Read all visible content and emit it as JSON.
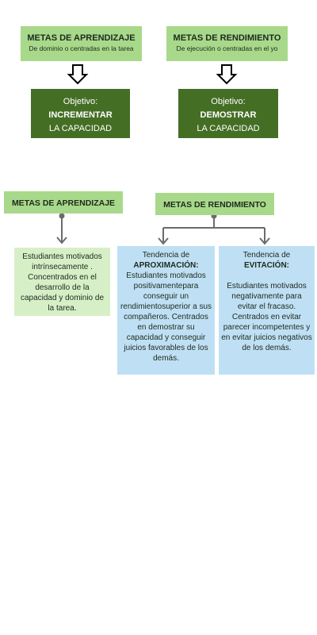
{
  "top": {
    "left": {
      "title": "METAS DE APRENDIZAJE",
      "subtitle": "De dominio o centradas en la tarea",
      "objective": {
        "label": "Objetivo:",
        "verb": "INCREMENTAR",
        "rest": "LA CAPACIDAD"
      }
    },
    "right": {
      "title": "METAS DE RENDIMIENTO",
      "subtitle": "De ejecución o centradas en el yo",
      "objective": {
        "label": "Objetivo:",
        "verb": "DEMOSTRAR",
        "rest": "LA CAPACIDAD"
      }
    }
  },
  "bottom": {
    "learning": {
      "title": "METAS DE APRENDIZAJE",
      "description": "Estudiantes motivados intrínsecamente . Concentrados en el desarrollo de la capacidad y dominio de la tarea."
    },
    "performance": {
      "title": "METAS DE RENDIMIENTO",
      "approach": {
        "lead": "Tendencia de",
        "name": "APROXIMACIÓN:",
        "description": "Estudiantes motivados positivamentepara conseguir un rendimientosuperior a sus compañeros. Centrados en demostrar su capacidad y conseguir juicios favorables de los demás."
      },
      "avoidance": {
        "lead": "Tendencia de",
        "name": "EVITACIÓN:",
        "description": "Estudiantes motivados negativamente para evitar el fracaso. Centrados en evitar parecer incompetentes y en evitar juicios negativos de los demás."
      }
    }
  },
  "colors": {
    "light_green": "#a8d98a",
    "dark_green": "#456e25",
    "pale_green": "#d7efc6",
    "light_blue": "#bfe0f4",
    "connector": "#6b6b6b"
  }
}
